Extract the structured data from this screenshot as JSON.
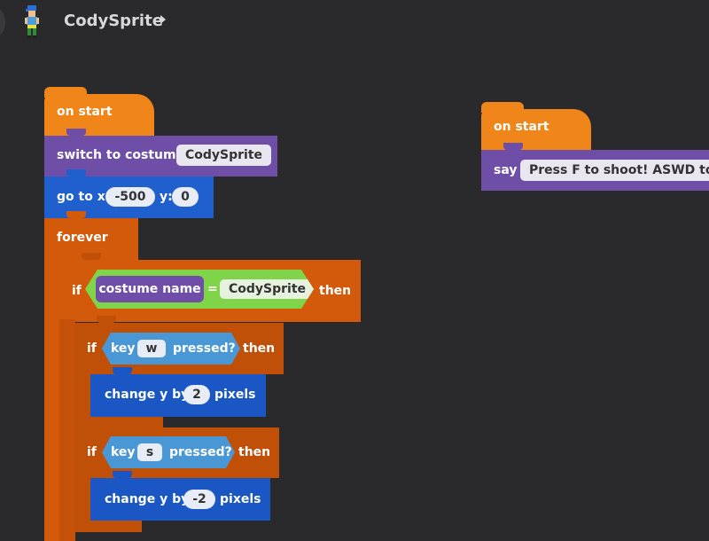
{
  "header": {
    "sprite_name": "CodySprite",
    "sprite_icon": "pixel-character-icon",
    "caret_icon": "caret-right-icon"
  },
  "script1": {
    "on_start": "on start",
    "switch_costume": {
      "label": "switch to costume",
      "value": "CodySprite"
    },
    "goto": {
      "label": "go to x:",
      "x": "-500",
      "ylabel": "y:",
      "y": "0"
    },
    "forever": "forever",
    "if_costume": {
      "if": "if",
      "costume_name": "costume name",
      "op": "=",
      "value": "CodySprite",
      "then": "then"
    },
    "if_w": {
      "if": "if",
      "key": "key",
      "key_value": "w",
      "pressed": "pressed?",
      "then": "then",
      "change": {
        "label": "change y by",
        "value": "2",
        "unit": "pixels"
      }
    },
    "if_s": {
      "if": "if",
      "key": "key",
      "key_value": "s",
      "pressed": "pressed?",
      "then": "then",
      "change": {
        "label": "change y by",
        "value": "-2",
        "unit": "pixels"
      }
    }
  },
  "script2": {
    "on_start": "on start",
    "say": {
      "label": "say",
      "value": "Press F to shoot! ASWD to m"
    }
  },
  "colors": {
    "background": "#2a2a2d",
    "event": "#f0851a",
    "looks": "#6f4ea8",
    "motion": "#1f5fce",
    "control": "#d35a0a",
    "operator": "#7fd44a",
    "sensing": "#4a97d6"
  }
}
